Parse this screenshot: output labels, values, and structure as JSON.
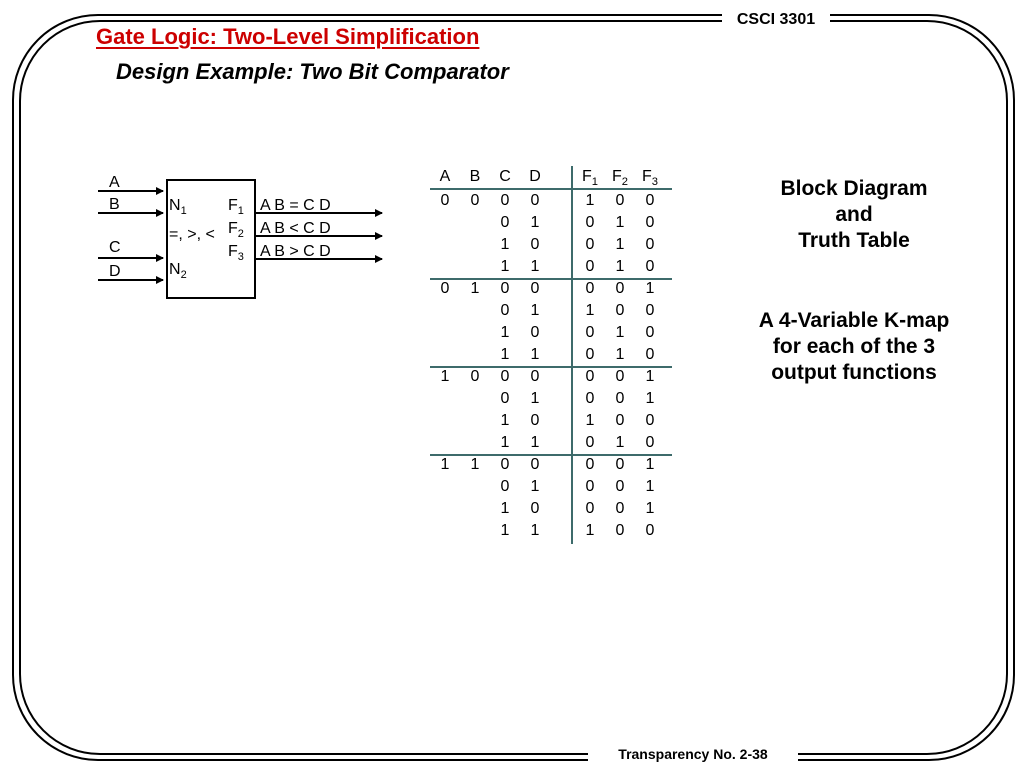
{
  "header": {
    "course": "CSCI 3301",
    "title": "Gate Logic: Two-Level Simplification",
    "subtitle": "Design Example: Two Bit Comparator"
  },
  "footer": {
    "label": "Transparency No. 2-38"
  },
  "colors": {
    "title": "#cc0000",
    "table_rule": "#3d6b6b"
  },
  "block_diagram": {
    "inputs": [
      "A",
      "B",
      "C",
      "D"
    ],
    "n1": {
      "main": "N",
      "sub": "1"
    },
    "n2": {
      "main": "N",
      "sub": "2"
    },
    "ops": "=, >, <",
    "outputs": [
      {
        "main": "F",
        "sub": "1",
        "expr": "A B = C D"
      },
      {
        "main": "F",
        "sub": "2",
        "expr": "A B < C D"
      },
      {
        "main": "F",
        "sub": "3",
        "expr": "A B > C D"
      }
    ]
  },
  "truth_table": {
    "headers": [
      {
        "main": "A",
        "sub": ""
      },
      {
        "main": "B",
        "sub": ""
      },
      {
        "main": "C",
        "sub": ""
      },
      {
        "main": "D",
        "sub": ""
      },
      {
        "main": "F",
        "sub": "1"
      },
      {
        "main": "F",
        "sub": "2"
      },
      {
        "main": "F",
        "sub": "3"
      }
    ],
    "rows": [
      [
        "0",
        "0",
        "0",
        "0",
        "1",
        "0",
        "0"
      ],
      [
        "",
        "",
        "0",
        "1",
        "0",
        "1",
        "0"
      ],
      [
        "",
        "",
        "1",
        "0",
        "0",
        "1",
        "0"
      ],
      [
        "",
        "",
        "1",
        "1",
        "0",
        "1",
        "0"
      ],
      [
        "0",
        "1",
        "0",
        "0",
        "0",
        "0",
        "1"
      ],
      [
        "",
        "",
        "0",
        "1",
        "1",
        "0",
        "0"
      ],
      [
        "",
        "",
        "1",
        "0",
        "0",
        "1",
        "0"
      ],
      [
        "",
        "",
        "1",
        "1",
        "0",
        "1",
        "0"
      ],
      [
        "1",
        "0",
        "0",
        "0",
        "0",
        "0",
        "1"
      ],
      [
        "",
        "",
        "0",
        "1",
        "0",
        "0",
        "1"
      ],
      [
        "",
        "",
        "1",
        "0",
        "1",
        "0",
        "0"
      ],
      [
        "",
        "",
        "1",
        "1",
        "0",
        "1",
        "0"
      ],
      [
        "1",
        "1",
        "0",
        "0",
        "0",
        "0",
        "1"
      ],
      [
        "",
        "",
        "0",
        "1",
        "0",
        "0",
        "1"
      ],
      [
        "",
        "",
        "1",
        "0",
        "0",
        "0",
        "1"
      ],
      [
        "",
        "",
        "1",
        "1",
        "1",
        "0",
        "0"
      ]
    ]
  },
  "notes": {
    "block": [
      "Block Diagram",
      "and",
      "Truth Table"
    ],
    "kmap": [
      "A 4-Variable K-map",
      "for each of the 3",
      "output functions"
    ]
  }
}
